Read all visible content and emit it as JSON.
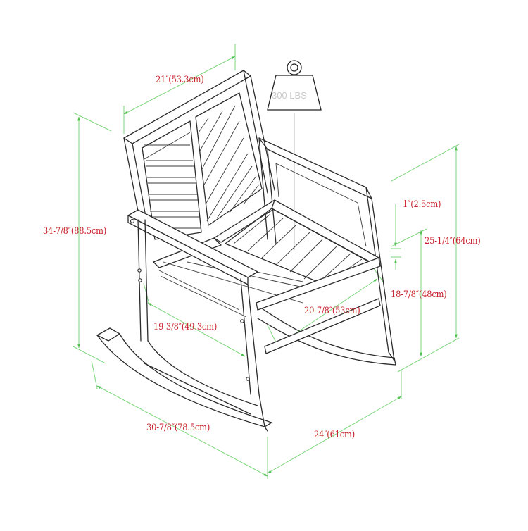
{
  "diagram": {
    "subject": "Rocking chair dimensions",
    "weight_capacity": "300 LBS",
    "colors": {
      "line": "#2b2b2b",
      "dimension_line": "#7fd67f",
      "dimension_text": "#c8202a",
      "weight_text": "#c9c9c9",
      "background": "#ffffff"
    },
    "dimensions": {
      "back_width": "21″(53.3cm)",
      "overall_height": "34-7/8″(88.5cm)",
      "armrest_thickness": "1″(2.5cm)",
      "arm_height": "25-1/4″(64cm)",
      "seat_height": "18-7/8″(48cm)",
      "seat_depth": "19-3/8″(49.3cm)",
      "seat_width": "20-7/8″(53cm)",
      "overall_depth": "30-7/8″(78.5cm)",
      "overall_width": "24″(61cm)"
    }
  }
}
